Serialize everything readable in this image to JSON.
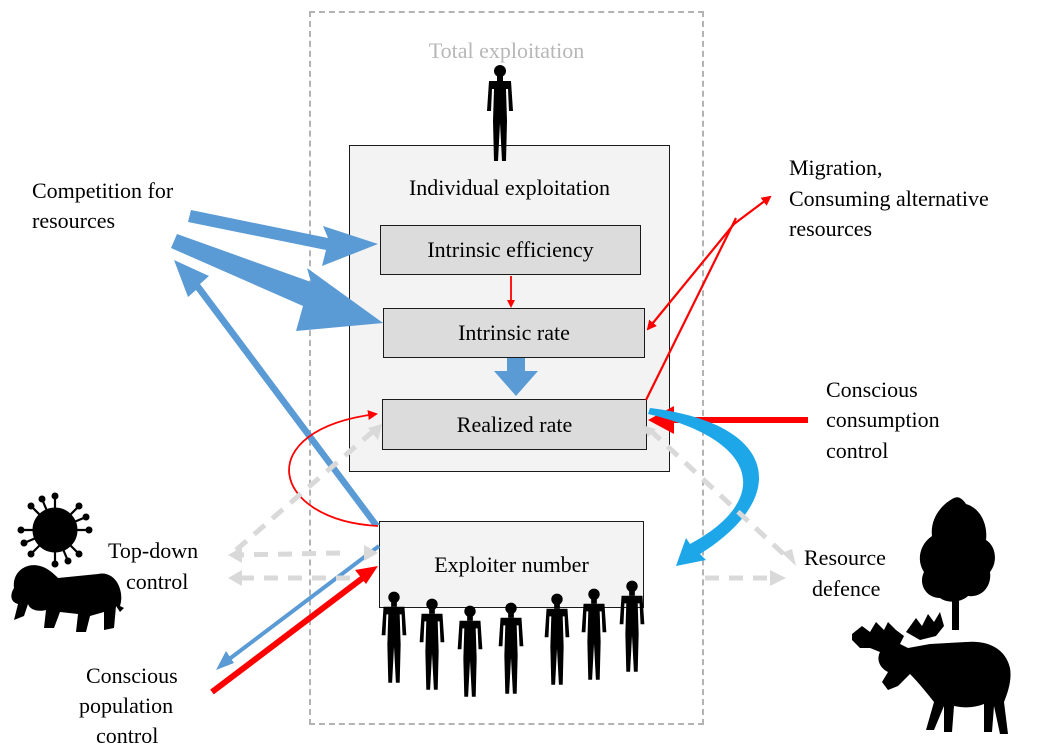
{
  "diagram": {
    "total_exploitation": "Total exploitation",
    "individual_exploitation": "Individual exploitation",
    "intrinsic_efficiency": "Intrinsic efficiency",
    "intrinsic_rate": "Intrinsic rate",
    "realized_rate": "Realized rate",
    "exploiter_number": "Exploiter number",
    "competition": [
      "Competition for",
      "resources"
    ],
    "migration": [
      "Migration,",
      "Consuming alternative",
      "resources"
    ],
    "conscious_consumption": [
      "Conscious",
      "consumption",
      "control"
    ],
    "top_down": [
      "Top-down",
      "control"
    ],
    "resource_defence": [
      "Resource",
      "defence"
    ],
    "conscious_population": [
      "Conscious",
      "population",
      "control"
    ]
  },
  "colors": {
    "blue": "#5b9bd5",
    "cyan": "#1ea7e8",
    "red": "#ff0000",
    "grey_dash": "#d9d9d9",
    "box_fill": "#dcdcdc",
    "panel_fill": "#f3f3f3"
  },
  "icons": [
    "human-silhouette-icon",
    "virus-icon",
    "lion-icon",
    "tree-icon",
    "moose-icon"
  ]
}
